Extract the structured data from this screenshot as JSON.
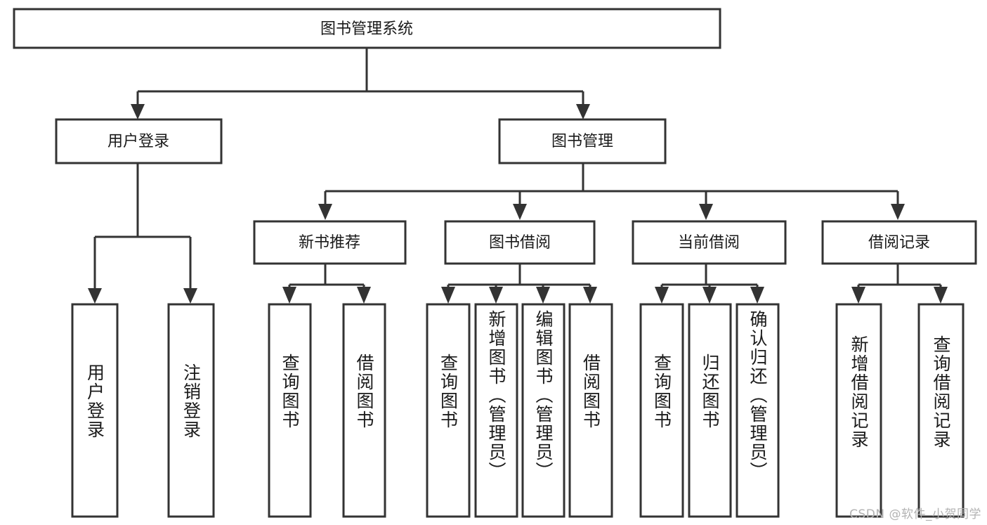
{
  "diagram": {
    "type": "hierarchy-tree",
    "title": "图书管理系统",
    "watermark": "CSDN @软件_小贺同学",
    "colors": {
      "stroke": "#333333",
      "fill": "#ffffff",
      "text": "#1a1a1a",
      "watermark": "#b3b3b3"
    },
    "root": {
      "label": "图书管理系统"
    },
    "level2": [
      {
        "label": "用户登录"
      },
      {
        "label": "图书管理"
      }
    ],
    "level3": [
      {
        "label": "新书推荐"
      },
      {
        "label": "图书借阅"
      },
      {
        "label": "当前借阅"
      },
      {
        "label": "借阅记录"
      }
    ],
    "leaves": {
      "user_login": [
        {
          "label": "用户登录"
        },
        {
          "label": "注销登录"
        }
      ],
      "new_book_recommend": [
        {
          "label": "查询图书"
        },
        {
          "label": "借阅图书"
        }
      ],
      "book_borrow": [
        {
          "label": "查询图书"
        },
        {
          "label": "新增图书（管理员）"
        },
        {
          "label": "编辑图书（管理员）"
        },
        {
          "label": "借阅图书"
        }
      ],
      "current_borrow": [
        {
          "label": "查询图书"
        },
        {
          "label": "归还图书"
        },
        {
          "label": "确认归还（管理员）"
        }
      ],
      "borrow_records": [
        {
          "label": "新增借阅记录"
        },
        {
          "label": "查询借阅记录"
        }
      ]
    }
  }
}
